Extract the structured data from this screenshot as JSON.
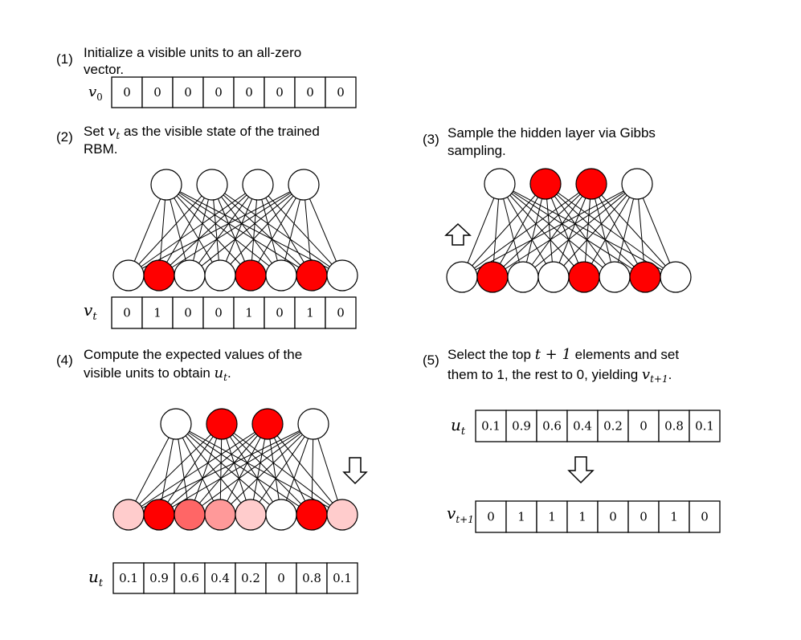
{
  "colors": {
    "red": "#ff0000",
    "white": "#ffffff",
    "stroke": "#000000"
  },
  "step1": {
    "num": "(1)",
    "line1": "Initialize a visible units to an all-zero",
    "line2": "vector.",
    "vec_label": "v",
    "vec_sub": "0",
    "values": [
      "0",
      "0",
      "0",
      "0",
      "0",
      "0",
      "0",
      "0"
    ]
  },
  "step2": {
    "num": "(2)",
    "line1_pre": "Set ",
    "var": "v",
    "var_sub": "t",
    "line1_post": " as the visible state of the trained",
    "line2": "RBM.",
    "vec_label": "v",
    "vec_sub": "t",
    "values": [
      "0",
      "1",
      "0",
      "0",
      "1",
      "0",
      "1",
      "0"
    ],
    "hidden": [
      "#ffffff",
      "#ffffff",
      "#ffffff",
      "#ffffff"
    ],
    "visible": [
      "#ffffff",
      "#ff0000",
      "#ffffff",
      "#ffffff",
      "#ff0000",
      "#ffffff",
      "#ff0000",
      "#ffffff"
    ]
  },
  "step3": {
    "num": "(3)",
    "line1": "Sample the hidden layer via Gibbs",
    "line2": "sampling.",
    "arrow": "up-arrow-icon",
    "hidden": [
      "#ffffff",
      "#ff0000",
      "#ff0000",
      "#ffffff"
    ],
    "visible": [
      "#ffffff",
      "#ff0000",
      "#ffffff",
      "#ffffff",
      "#ff0000",
      "#ffffff",
      "#ff0000",
      "#ffffff"
    ]
  },
  "step4": {
    "num": "(4)",
    "line1": "Compute the expected values of the",
    "line2_pre": "visible units to obtain ",
    "var": "u",
    "var_sub": "t",
    "line2_post": ".",
    "arrow": "down-arrow-icon",
    "vec_label": "u",
    "vec_sub": "t",
    "values": [
      "0.1",
      "0.9",
      "0.6",
      "0.4",
      "0.2",
      "0",
      "0.8",
      "0.1"
    ],
    "hidden": [
      "#ffffff",
      "#ff0000",
      "#ff0000",
      "#ffffff"
    ],
    "visible": [
      "#ffcccc",
      "#ff0000",
      "#ff6666",
      "#ff9999",
      "#ffcccc",
      "#ffffff",
      "#ff0000",
      "#ffcccc"
    ]
  },
  "step5": {
    "num": "(5)",
    "line1_pre": "Select the top ",
    "expr": "t + 1",
    "line1_post": " elements and set",
    "line2_pre": "them to 1, the rest to 0, yielding ",
    "var": "v",
    "var_sub": "t+1",
    "line2_post": ".",
    "arrow": "down-arrow-icon",
    "u_label": "u",
    "u_sub": "t",
    "u_values": [
      "0.1",
      "0.9",
      "0.6",
      "0.4",
      "0.2",
      "0",
      "0.8",
      "0.1"
    ],
    "v_label": "v",
    "v_sub": "t+1",
    "v_values": [
      "0",
      "1",
      "1",
      "1",
      "0",
      "0",
      "1",
      "0"
    ]
  }
}
